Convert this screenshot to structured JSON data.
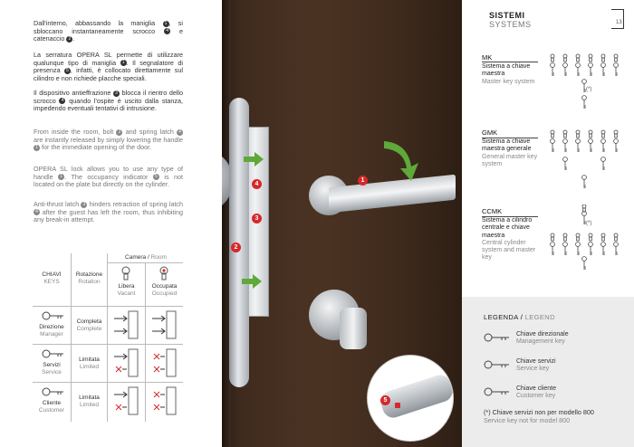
{
  "left": {
    "p1": "Dall'interno, abbassando la maniglia",
    "p1b": ", si sbloccano instantaneamente scrocco",
    "p1c": "e catenaccio",
    "p2": "La serratura OPERA SL permette di utilizzare qualunque tipo di maniglia",
    "p2b": ". Il segnalatore di presenza",
    "p2c": ", infatti, è collocato direttamente sul cilindro e non richiede placche speciali.",
    "p3": "Il dispositivo antieffrazione",
    "p3b": "blocca il rientro dello scrocco",
    "p3c": "quando l'ospite è uscito dalla stanza, impedendo eventuali tentativi di intrusione.",
    "e1": "From inside the room, bolt",
    "e1b": "and spring latch",
    "e1c": "are instantly released by simply lowering the handle",
    "e1d": "for the immediate opening of the door.",
    "e2": "OPERA SL lock allows you to use any type of handle",
    "e2b": ". The occupancy indicator",
    "e2c": "is not located on the plate but directly on the cylinder.",
    "e3": "Anti-thrust latch",
    "e3b": "hinders retraction of spring latch",
    "e3c": "after the guest has left the room, thus inhibiting any break-in attempt.",
    "n1": "1",
    "n2": "2",
    "n3": "3",
    "n4": "4",
    "n5": "5"
  },
  "table": {
    "camera": "Camera",
    "room": "Room",
    "chiavi": "CHIAVI",
    "keys": "KEYS",
    "rotazione": "Rotazione",
    "rotation": "Rotation",
    "libera": "Libera",
    "vacant": "Vacant",
    "occupata": "Occupata",
    "occupied": "Occupied",
    "rows": [
      {
        "it": "Direzione",
        "en": "Manager",
        "rot_it": "Completa",
        "rot_en": "Complete"
      },
      {
        "it": "Servizi",
        "en": "Service",
        "rot_it": "Limitata",
        "rot_en": "Limited"
      },
      {
        "it": "Cliente",
        "en": "Customer",
        "rot_it": "Limitata",
        "rot_en": "Limited"
      }
    ]
  },
  "photo": {
    "badges": [
      "1",
      "2",
      "3",
      "4",
      "5"
    ],
    "green": "#5fa83a",
    "red": "#d6282a"
  },
  "right": {
    "title_it": "SISTEMI",
    "title_en": "SYSTEMS",
    "page": "13",
    "systems": [
      {
        "code": "MK",
        "it": "Sistema a chiave maestra",
        "en": "Master key system",
        "note": "(*)"
      },
      {
        "code": "GMK",
        "it": "Sistema a chiave maestra generale",
        "en": "General master key system"
      },
      {
        "code": "CCMK",
        "it": "Sistema a cilindro centrale e chiave maestra",
        "en": "Central cylinder system and master key",
        "note": "(*)"
      }
    ],
    "legend_it": "LEGENDA",
    "legend_en": "LEGEND",
    "legend": [
      {
        "it": "Chiave direzionale",
        "en": "Management key"
      },
      {
        "it": "Chiave servizi",
        "en": "Service key"
      },
      {
        "it": "Chiave cliente",
        "en": "Customer key"
      }
    ],
    "foot_it": "(*) Chiave servizi non per modello 800",
    "foot_en": "Service key not for model 800"
  }
}
